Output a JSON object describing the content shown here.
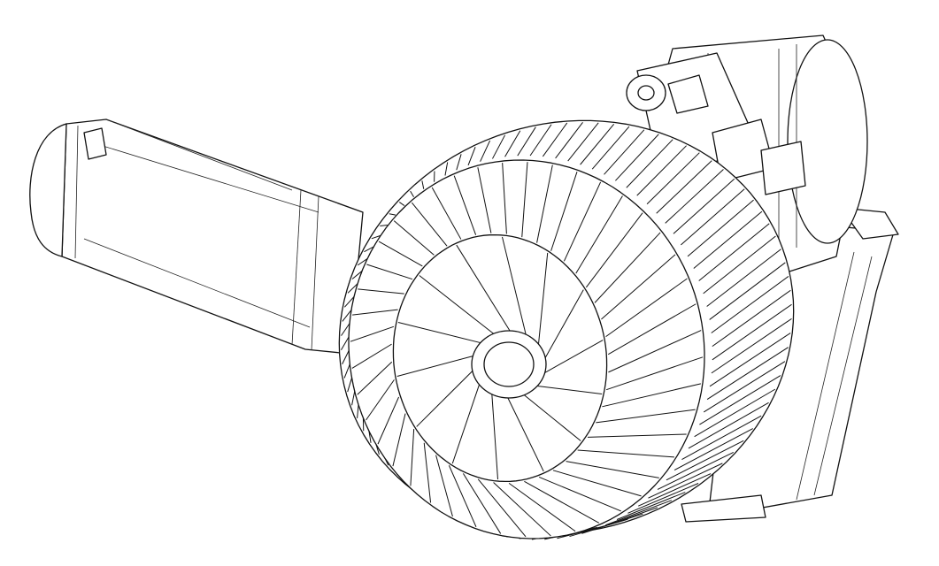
{
  "drawing": {
    "subject": "",
    "colors": {
      "background": "#ffffff",
      "line": "#111111"
    },
    "fan_fin_count_outer": 90,
    "impeller_blade_count": 44,
    "inner_vane_count": 14
  }
}
